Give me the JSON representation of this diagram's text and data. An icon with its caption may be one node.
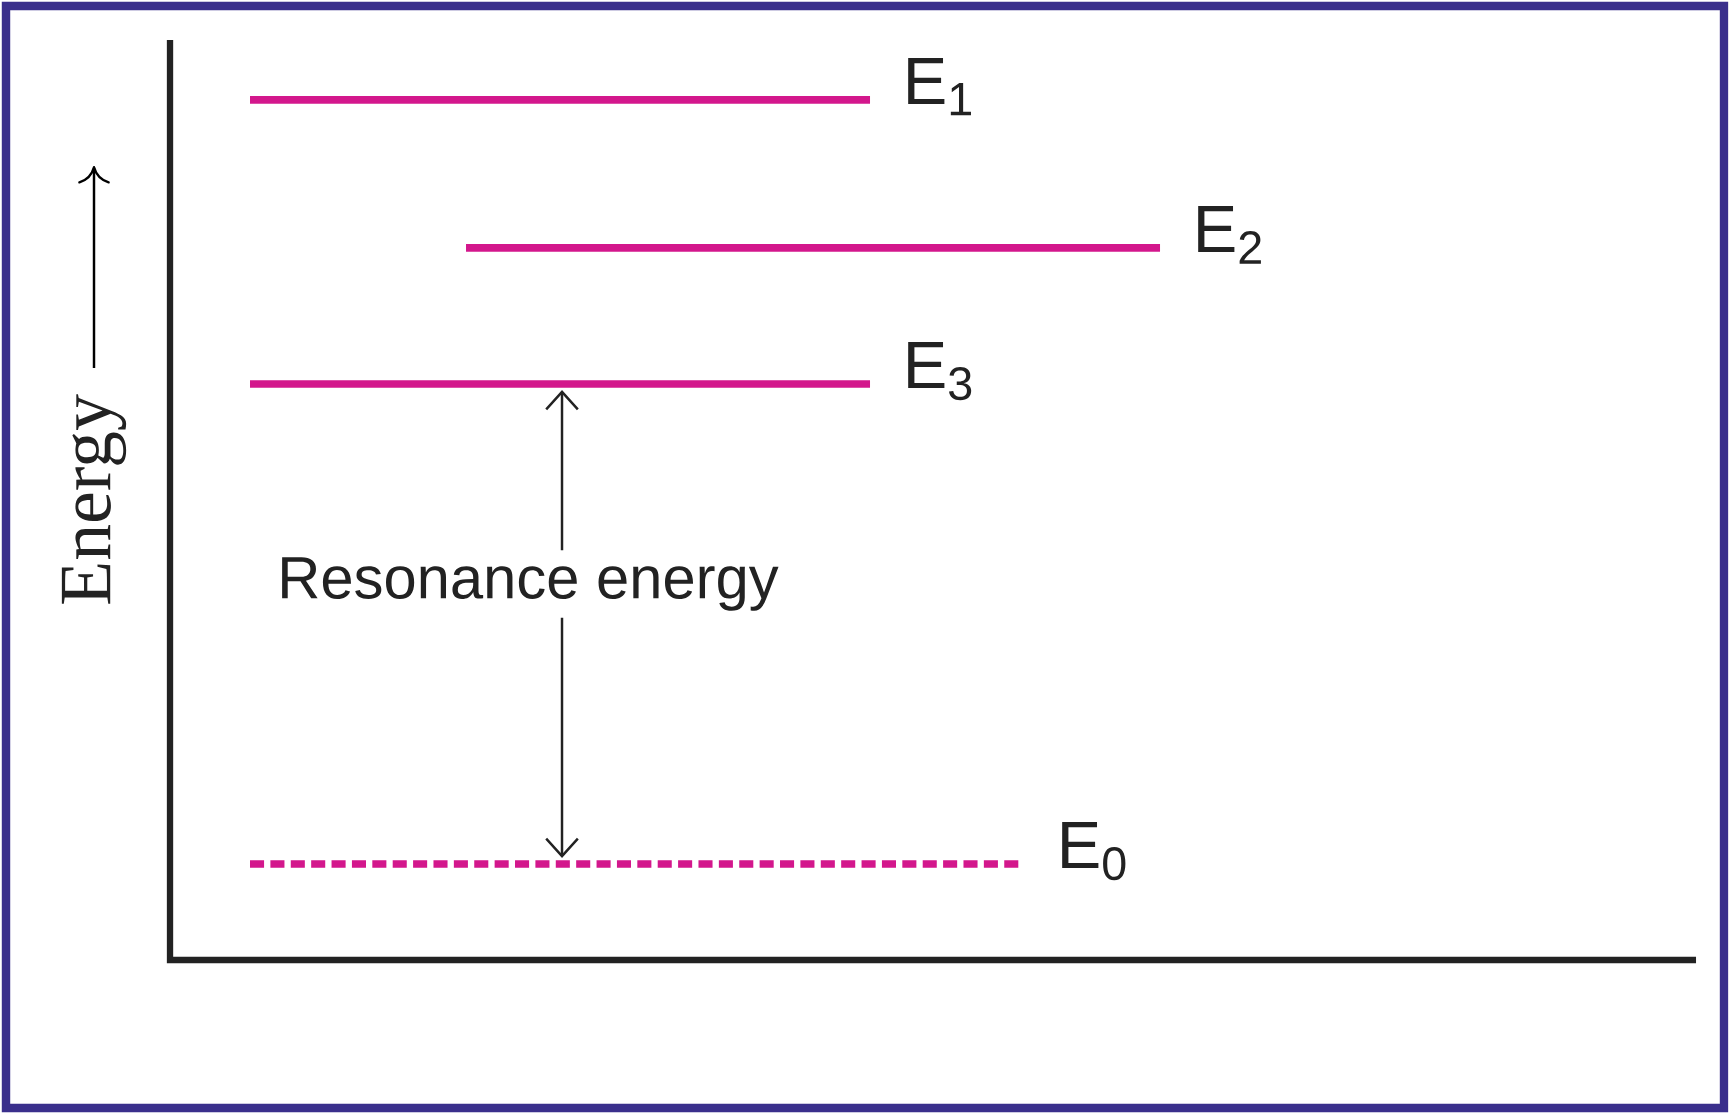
{
  "diagram": {
    "nodes": [
      {
        "text": [],
        "shape": "line",
        "beside": [
          "E$_{1}$"
        ]
      },
      {
        "text": [],
        "shape": "line",
        "beside": [
          "E$_{2}$"
        ]
      },
      {
        "text": [],
        "shape": "line",
        "beside": [
          "E$_{3}$"
        ]
      },
      {
        "text": [],
        "shape": "line",
        "beside": [
          "E$_{0}$"
        ]
      }
    ],
    "edges": [
      {
        "from": 2,
        "to": 3,
        "arrow": "both",
        "label": "Resonance energy"
      }
    ],
    "labels": [
      "Energy"
    ]
  }
}
